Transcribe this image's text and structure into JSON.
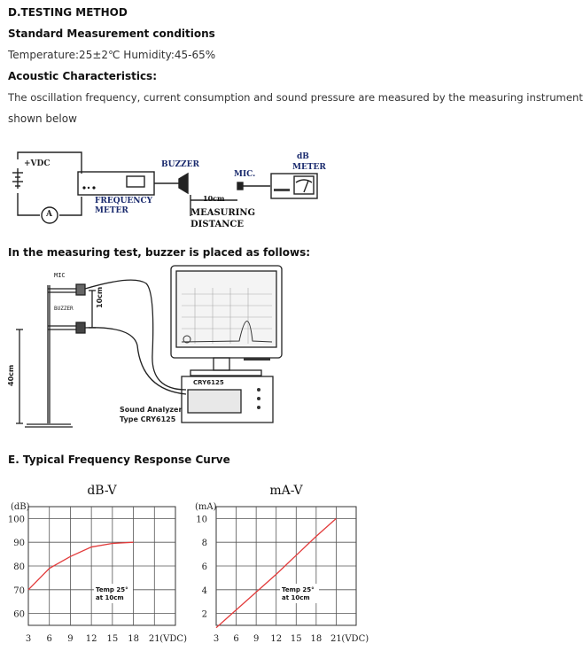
{
  "doc": {
    "heading_testing": "D.TESTING METHOD",
    "heading_conditions": "Standard Measurement conditions",
    "conditions": "Temperature:25±2℃  Humidity:45-65%",
    "heading_acoustic": "Acoustic Characteristics:",
    "para_line1": "The oscillation frequency, current consumption and sound pressure are measured by the measuring instruments",
    "para_line2": "shown below",
    "heading_placement": "In the measuring test, buzzer is placed as follows:",
    "heading_curve": "E. Typical Frequency Response Curve"
  },
  "circuit": {
    "vdc": "+VDC",
    "ammeter": "A",
    "freq_meter_1": "FREQUENCY",
    "freq_meter_2": "METER",
    "buzzer": "BUZZER",
    "distance_value": "10cm",
    "measuring_1": "MEASURING",
    "measuring_2": "DISTANCE",
    "mic": "MIC.",
    "db_meter_1": "dB",
    "db_meter_2": "METER"
  },
  "setup": {
    "mic": "MIC",
    "buzzer": "BUZZER",
    "dist_10": "10cm",
    "dist_40": "40cm",
    "device_label": "CRY6125",
    "analyzer_1": "Sound Analyzer",
    "analyzer_2": "Type CRY6125"
  },
  "chart_data": [
    {
      "type": "line",
      "title": "dB-V",
      "ylabel": "(dB)",
      "xlabel": "(VDC)",
      "x_ticks": [
        "3",
        "6",
        "9",
        "12",
        "15",
        "18",
        "21"
      ],
      "y_ticks": [
        "60",
        "70",
        "80",
        "90",
        "100"
      ],
      "ylim": [
        55,
        105
      ],
      "xlim": [
        3,
        24
      ],
      "x": [
        3,
        6,
        9,
        12,
        15,
        18
      ],
      "y": [
        70,
        79,
        84,
        88,
        89.5,
        90
      ],
      "annotation_1": "Temp 25°",
      "annotation_2": "at 10cm",
      "grid": true
    },
    {
      "type": "line",
      "title": "mA-V",
      "ylabel": "(mA)",
      "xlabel": "(VDC)",
      "x_ticks": [
        "3",
        "6",
        "9",
        "12",
        "15",
        "18",
        "21"
      ],
      "y_ticks": [
        "2",
        "4",
        "6",
        "8",
        "10"
      ],
      "ylim": [
        1,
        11
      ],
      "xlim": [
        3,
        24
      ],
      "x": [
        3,
        9,
        12,
        15,
        18,
        21
      ],
      "y": [
        0.8,
        3.8,
        5.3,
        6.9,
        8.5,
        10
      ],
      "annotation_1": "Temp 25°",
      "annotation_2": "at 10cm",
      "grid": true
    }
  ]
}
